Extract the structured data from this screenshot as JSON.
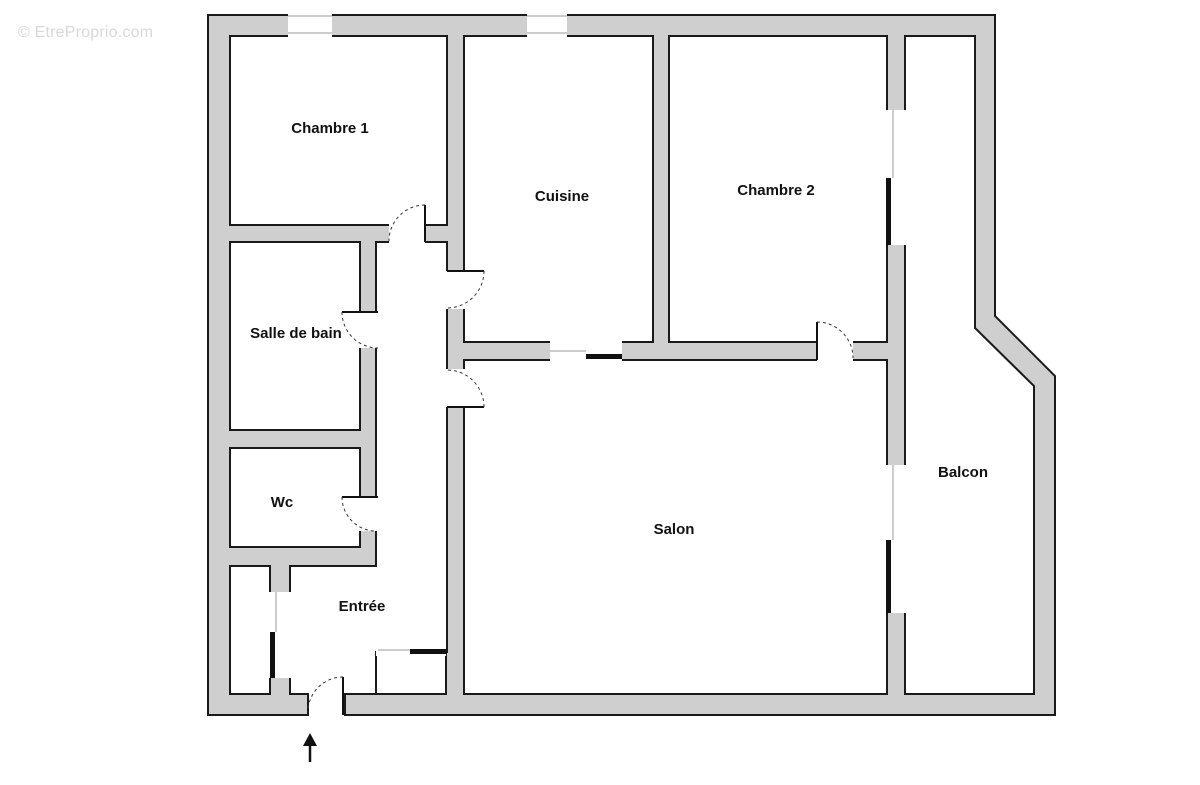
{
  "watermark": "© EtreProprio.com",
  "rooms": {
    "chambre1": "Chambre 1",
    "cuisine": "Cuisine",
    "chambre2": "Chambre 2",
    "salle_de_bain": "Salle de bain",
    "wc": "Wc",
    "entree": "Entrée",
    "salon": "Salon",
    "balcon": "Balcon"
  },
  "colors": {
    "wall": "#cfcfcf",
    "outline": "#1a1a1a",
    "floor": "#ffffff"
  },
  "icons": {
    "entrance": "up-arrow-icon"
  }
}
